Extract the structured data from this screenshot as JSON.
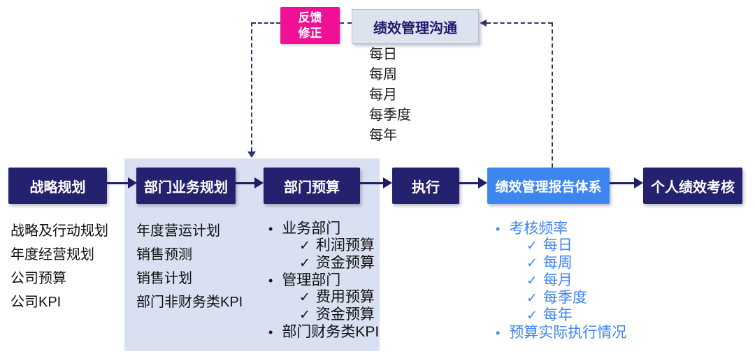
{
  "feedback_box": {
    "lines": [
      "反馈",
      "修正"
    ]
  },
  "communication": {
    "title": "绩效管理沟通",
    "frequencies": [
      "每日",
      "每周",
      "每月",
      "每季度",
      "每年"
    ]
  },
  "flow_boxes": {
    "strategic_planning": "战略规划",
    "dept_business_planning": "部门业务规划",
    "dept_budget": "部门预算",
    "execution": "执行",
    "performance_report_system": "绩效管理报告体系",
    "individual_performance_review": "个人绩效考核"
  },
  "strategy_details": {
    "items": [
      "战略及行动规划",
      "年度经营规划",
      "公司预算",
      "公司KPI"
    ]
  },
  "dept_planning_details": {
    "items": [
      "年度营运计划",
      "销售预测",
      "销售计划",
      "部门非财务类KPI"
    ]
  },
  "budget_details": {
    "items": [
      {
        "kind": "bullet",
        "label": "业务部门"
      },
      {
        "kind": "check",
        "label": "利润预算"
      },
      {
        "kind": "check",
        "label": "资金预算"
      },
      {
        "kind": "bullet",
        "label": "管理部门"
      },
      {
        "kind": "check",
        "label": "费用预算"
      },
      {
        "kind": "check",
        "label": "资金预算"
      },
      {
        "kind": "bullet",
        "label": "部门财务类KPI"
      }
    ]
  },
  "report_details": {
    "items": [
      {
        "kind": "bullet",
        "label": "考核频率"
      },
      {
        "kind": "check",
        "label": "每日"
      },
      {
        "kind": "check",
        "label": "每周"
      },
      {
        "kind": "check",
        "label": "每月"
      },
      {
        "kind": "check",
        "label": "每季度"
      },
      {
        "kind": "check",
        "label": "每年"
      },
      {
        "kind": "bullet",
        "label": "预算实际执行情况"
      }
    ]
  },
  "glyphs": {
    "bullet": "•",
    "check": "✓"
  },
  "colors": {
    "navy_box": "#24226f",
    "bright_blue_box": "#3e86ef",
    "pink_box": "#f01095",
    "panel_bg": "#d8e0f1",
    "comm_box_bg": "#dce3ee",
    "dash_line": "#2f2f73",
    "blue_text": "#3e86ef",
    "dark_text": "#111111"
  }
}
